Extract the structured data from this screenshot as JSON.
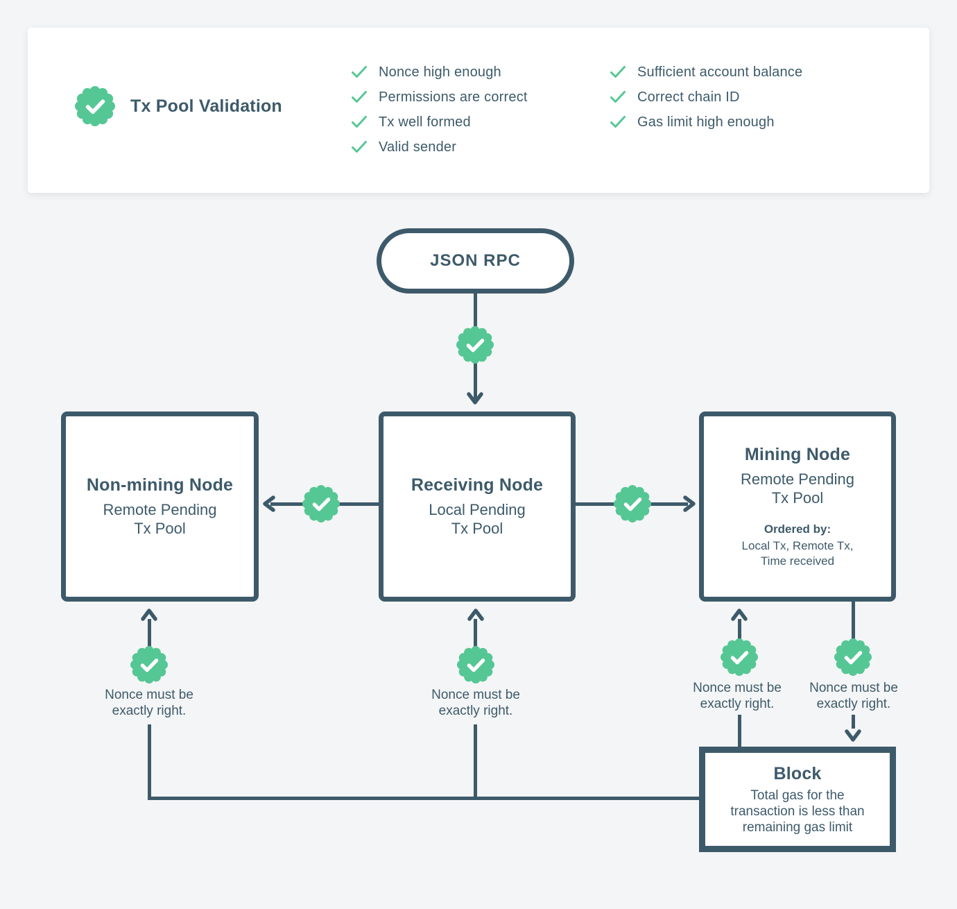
{
  "colors": {
    "accent_green": "#55C795",
    "slate": "#3D5A6A",
    "page_background": "#F4F5F6",
    "card_background": "#FFFFFF"
  },
  "validation_card": {
    "badge_icon": "seal-check",
    "title": "Tx Pool Validation",
    "checklist_col1": [
      "Nonce high enough",
      "Permissions are correct",
      "Tx well formed",
      "Valid sender"
    ],
    "checklist_col2": [
      "Sufficient account balance",
      "Correct chain ID",
      "Gas limit high enough"
    ]
  },
  "diagram": {
    "entry_label": "JSON RPC",
    "non_mining_node": {
      "title": "Non-mining Node",
      "subtitle": "Remote Pending\nTx Pool"
    },
    "receiving_node": {
      "title": "Receiving Node",
      "subtitle": "Local Pending\nTx Pool"
    },
    "mining_node": {
      "title": "Mining Node",
      "subtitle": "Remote Pending\nTx Pool",
      "ordered_by_label": "Ordered by:",
      "ordered_by_value": "Local Tx, Remote Tx,\nTime received"
    },
    "block_node": {
      "title": "Block",
      "subtitle": "Total gas for the\ntransaction is less than\nremaining gas limit"
    },
    "nonce_note": "Nonce must be\nexactly right."
  }
}
